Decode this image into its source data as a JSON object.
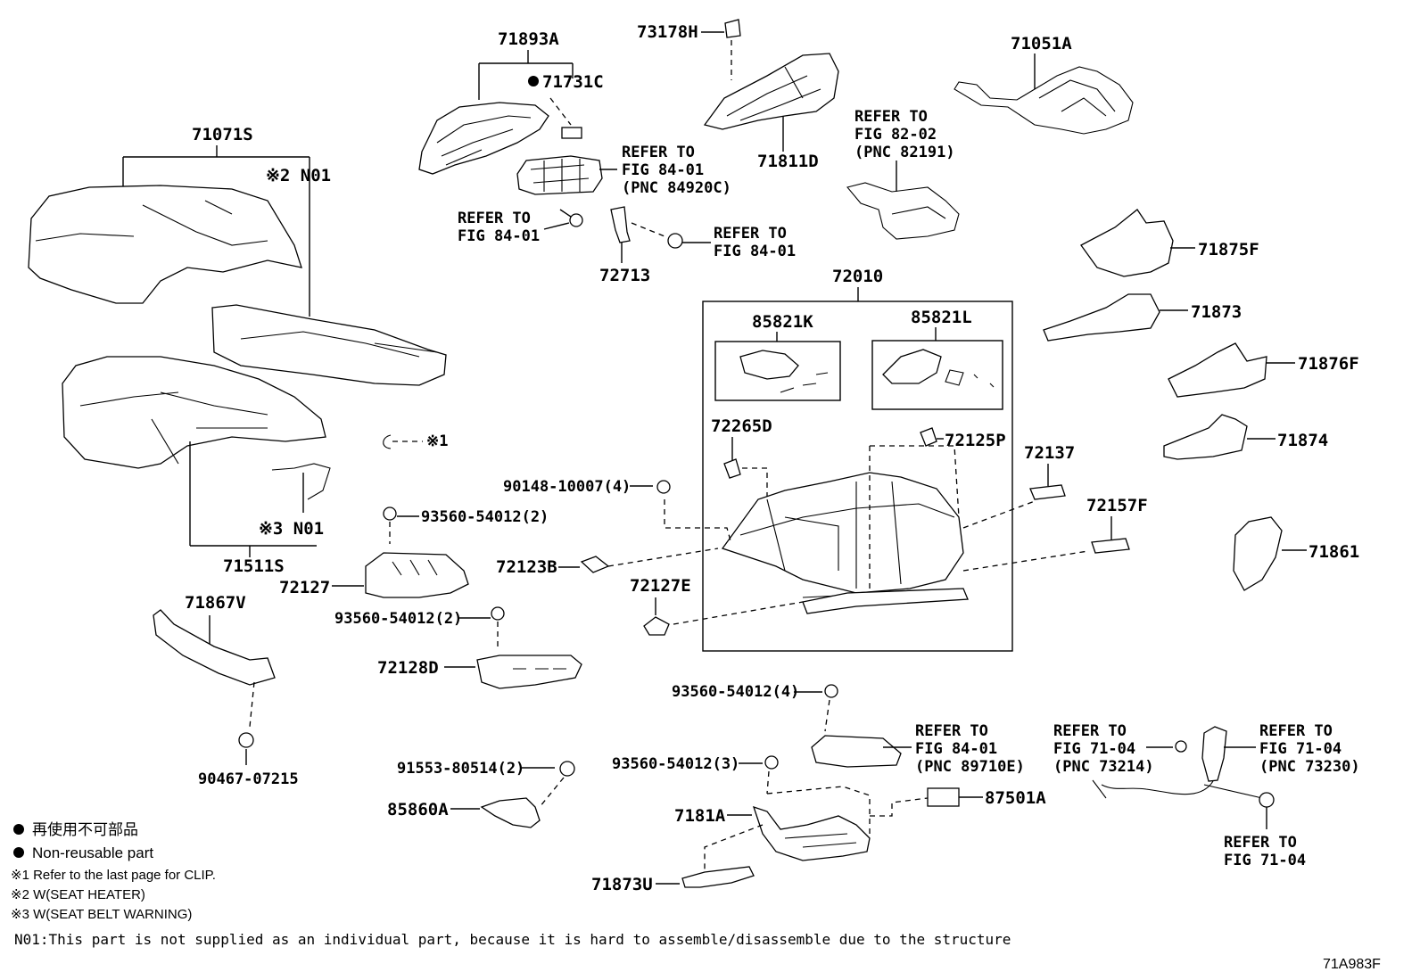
{
  "parts": {
    "p71893A": "71893A",
    "p71731C": "71731C",
    "p73178H": "73178H",
    "p71051A": "71051A",
    "p71071S": "71071S",
    "n01_2": "※2 N01",
    "n01_3": "※3 N01",
    "p71811D": "71811D",
    "p72713": "72713",
    "p72010": "72010",
    "p85821K": "85821K",
    "p85821L": "85821L",
    "p71875F": "71875F",
    "p71873": "71873",
    "p71876F": "71876F",
    "p71874": "71874",
    "p71861": "71861",
    "p72265D": "72265D",
    "p72125P": "72125P",
    "p72137": "72137",
    "p72157F": "72157F",
    "p90148": "90148-10007(4)",
    "p93560a": "93560-54012(2)",
    "p93560b": "93560-54012(2)",
    "p93560c": "93560-54012(4)",
    "p93560d": "93560-54012(3)",
    "p72123B": "72123B",
    "p72127E": "72127E",
    "p71511S": "71511S",
    "p72127": "72127",
    "p71867V": "71867V",
    "p72128D": "72128D",
    "p90467": "90467-07215",
    "p91553": "91553-80514(2)",
    "p85860A": "85860A",
    "p7181A": "7181A",
    "p71873U": "71873U",
    "p87501A": "87501A",
    "clip": "※1"
  },
  "refs": {
    "r1": [
      "REFER TO",
      "FIG 84-01",
      "(PNC 84920C)"
    ],
    "r2": [
      "REFER TO",
      "FIG 84-01"
    ],
    "r3": [
      "REFER TO",
      "FIG 84-01"
    ],
    "r4": [
      "REFER TO",
      "FIG 82-02",
      "(PNC 82191)"
    ],
    "r5": [
      "REFER TO",
      "FIG 84-01",
      "(PNC 89710E)"
    ],
    "r6": [
      "REFER TO",
      "FIG 71-04",
      "(PNC 73214)"
    ],
    "r7": [
      "REFER TO",
      "FIG 71-04",
      "(PNC 73230)"
    ],
    "r8": [
      "REFER TO",
      "FIG 71-04"
    ]
  },
  "legend": {
    "jp": "再使用不可部品",
    "en": "Non-reusable part",
    "n1": "※1 Refer to the last page for CLIP.",
    "n2": "※2 W(SEAT HEATER)",
    "n3": "※3 W(SEAT BELT WARNING)",
    "n01": "N01:This part is not supplied as an individual part, because it is hard to assemble/disassemble due to the structure"
  },
  "figure_id": "71A983F"
}
